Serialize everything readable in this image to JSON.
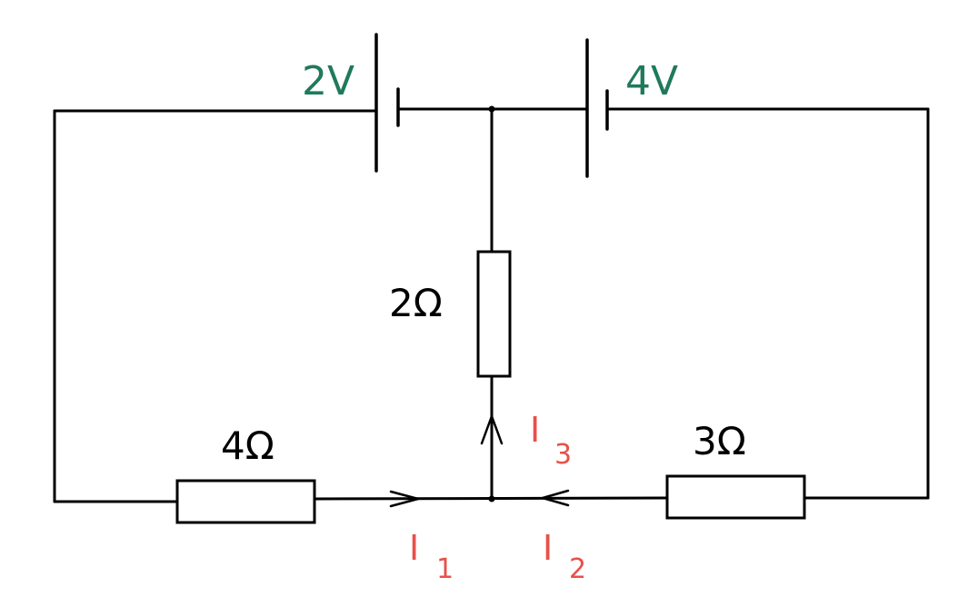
{
  "colors": {
    "voltage_label": "#1f7a5a",
    "current_label": "#e8504a",
    "line": "#000000",
    "background": "#ffffff"
  },
  "batteries": {
    "left": {
      "label": "2V"
    },
    "right": {
      "label": "4V"
    }
  },
  "resistors": {
    "middle": {
      "label": "2Ω"
    },
    "left": {
      "label": "4Ω"
    },
    "right": {
      "label": "3Ω"
    }
  },
  "currents": {
    "i1": {
      "symbol": "I",
      "subscript": "1"
    },
    "i2": {
      "symbol": "I",
      "subscript": "2"
    },
    "i3": {
      "symbol": "I",
      "subscript": "3"
    }
  }
}
